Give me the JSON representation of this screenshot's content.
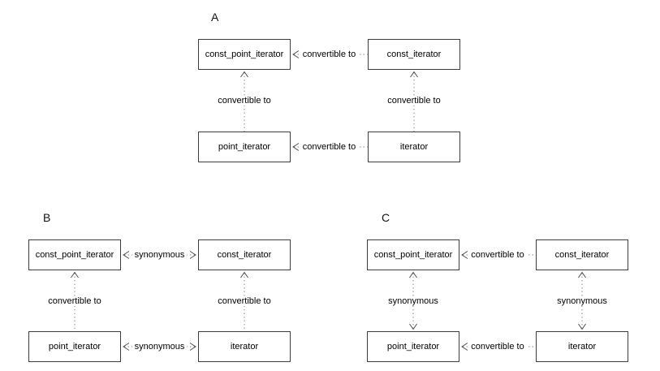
{
  "colors": {
    "background": "#ffffff",
    "box_border": "#3d3d3d",
    "dotted_line": "#8a8a8a",
    "arrowhead": "#4d4d4d",
    "text": "#000000"
  },
  "diagrams": [
    {
      "label": "A",
      "boxes": {
        "top_left": "const_point_iterator",
        "top_right": "const_iterator",
        "bottom_left": "point_iterator",
        "bottom_right": "iterator"
      },
      "connectors": {
        "top_horizontal": {
          "label": "convertible to",
          "direction": "left"
        },
        "bottom_horizontal": {
          "label": "convertible to",
          "direction": "left"
        },
        "left_vertical": {
          "label": "convertible to",
          "direction": "up"
        },
        "right_vertical": {
          "label": "convertible to",
          "direction": "up"
        }
      }
    },
    {
      "label": "B",
      "boxes": {
        "top_left": "const_point_iterator",
        "top_right": "const_iterator",
        "bottom_left": "point_iterator",
        "bottom_right": "iterator"
      },
      "connectors": {
        "top_horizontal": {
          "label": "synonymous",
          "direction": "both"
        },
        "bottom_horizontal": {
          "label": "synonymous",
          "direction": "both"
        },
        "left_vertical": {
          "label": "convertible to",
          "direction": "up"
        },
        "right_vertical": {
          "label": "convertible to",
          "direction": "up"
        }
      }
    },
    {
      "label": "C",
      "boxes": {
        "top_left": "const_point_iterator",
        "top_right": "const_iterator",
        "bottom_left": "point_iterator",
        "bottom_right": "iterator"
      },
      "connectors": {
        "top_horizontal": {
          "label": "convertible to",
          "direction": "left"
        },
        "bottom_horizontal": {
          "label": "convertible to",
          "direction": "left"
        },
        "left_vertical": {
          "label": "synonymous",
          "direction": "both"
        },
        "right_vertical": {
          "label": "synonymous",
          "direction": "both"
        }
      }
    }
  ]
}
